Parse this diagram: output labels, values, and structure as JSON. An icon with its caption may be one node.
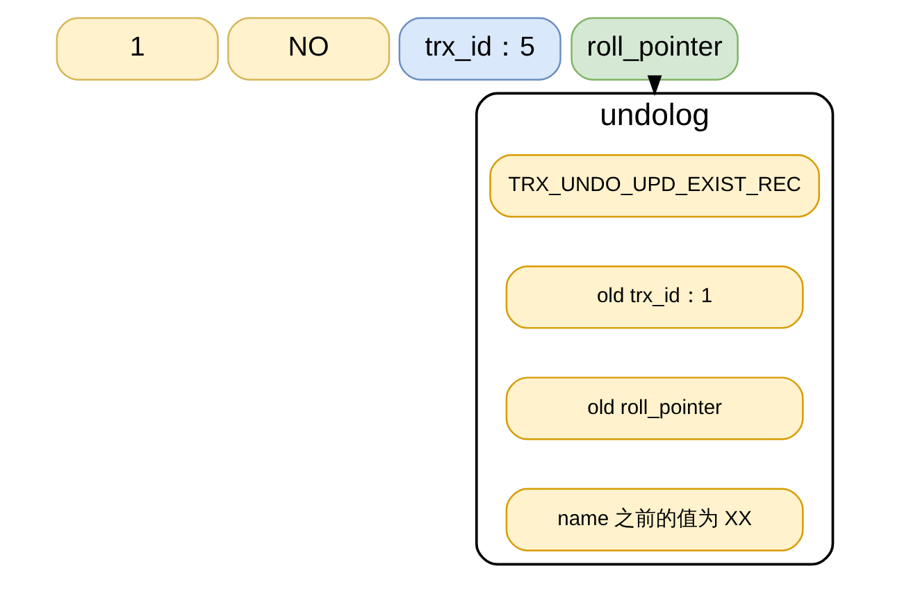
{
  "diagram": {
    "nodes": [
      {
        "text": [
          "1"
        ]
      },
      {
        "text": [
          "NO"
        ]
      },
      {
        "text": [
          "trx_id：5"
        ]
      },
      {
        "text": [
          "roll_pointer"
        ]
      },
      {
        "text": [
          "undolog"
        ]
      },
      {
        "text": [
          "TRX_UNDO_UPD_EXIST_REC"
        ],
        "in": 4
      },
      {
        "text": [
          "old trx_id：1"
        ],
        "in": 4
      },
      {
        "text": [
          "old roll_pointer"
        ],
        "in": 4
      },
      {
        "text": [
          "name 之前的值为 XX"
        ],
        "in": 4
      }
    ],
    "edges": [
      {
        "from": 3,
        "to": 4,
        "arrow": "to",
        "style": "dashed"
      }
    ]
  }
}
